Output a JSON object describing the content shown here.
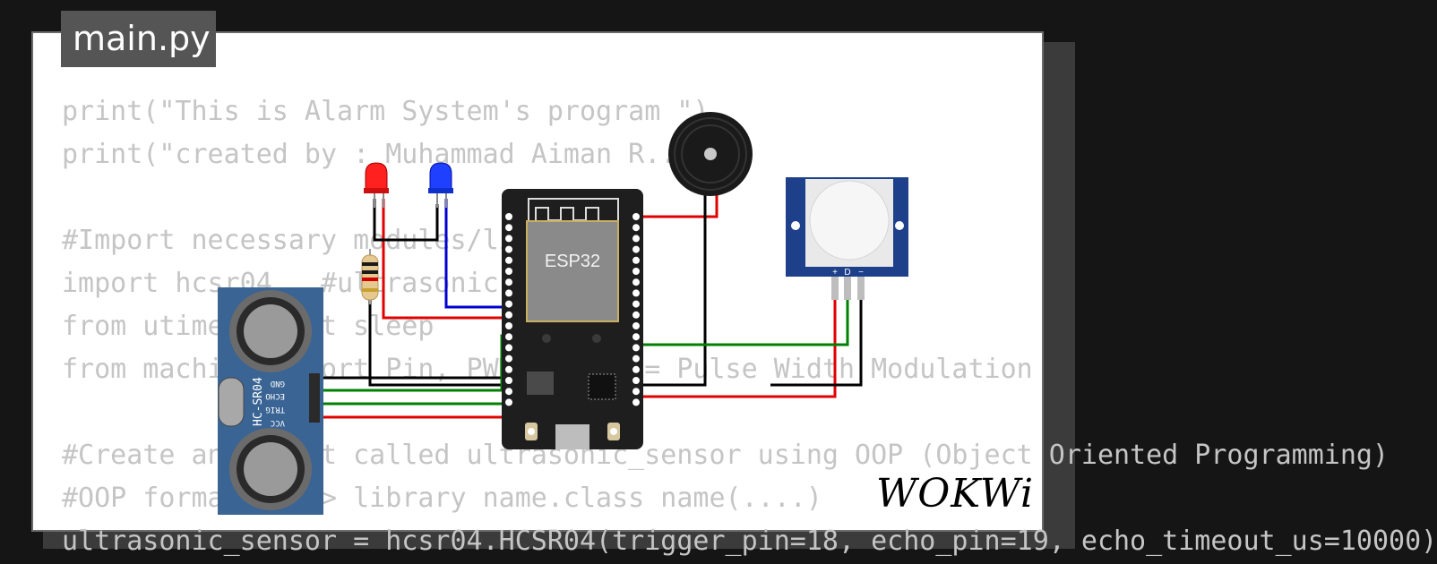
{
  "tab": {
    "filename": "main.py"
  },
  "code_lines": [
    "print(\"This is Alarm System's program \")",
    "print(\"created by : Muhammad Aiman R...\")",
    "",
    "#Import necessary modules/libraries",
    "import hcsr04   #ultrasonic",
    "from utime import sleep",
    "from machine import Pin, PWM  # PWM = Pulse Width Modulation",
    "",
    "#Create an object called ultrasonic_sensor using OOP (Object Oriented Programming)",
    "#OOP format: ---> library name.class name(....)",
    "ultrasonic_sensor = hcsr04.HCSR04(trigger_pin=18, echo_pin=19, echo_timeout_us=10000)"
  ],
  "components": {
    "mcu_label": "ESP32",
    "ultrasonic_label": "HC-SR04",
    "ultrasonic_pins": [
      "GND",
      "ECHO",
      "TRIG",
      "VCC"
    ],
    "pir_pins": [
      "+",
      "D",
      "−"
    ]
  },
  "brand": {
    "logo_text": "WOKWi"
  },
  "colors": {
    "wire_red": "#e00000",
    "wire_black": "#000000",
    "wire_green": "#008000",
    "wire_blue": "#0000d0",
    "led_red": "#ff2020",
    "led_blue": "#2040ff",
    "sensor_blue": "#3a6494",
    "pir_blue": "#1e3f8a"
  }
}
